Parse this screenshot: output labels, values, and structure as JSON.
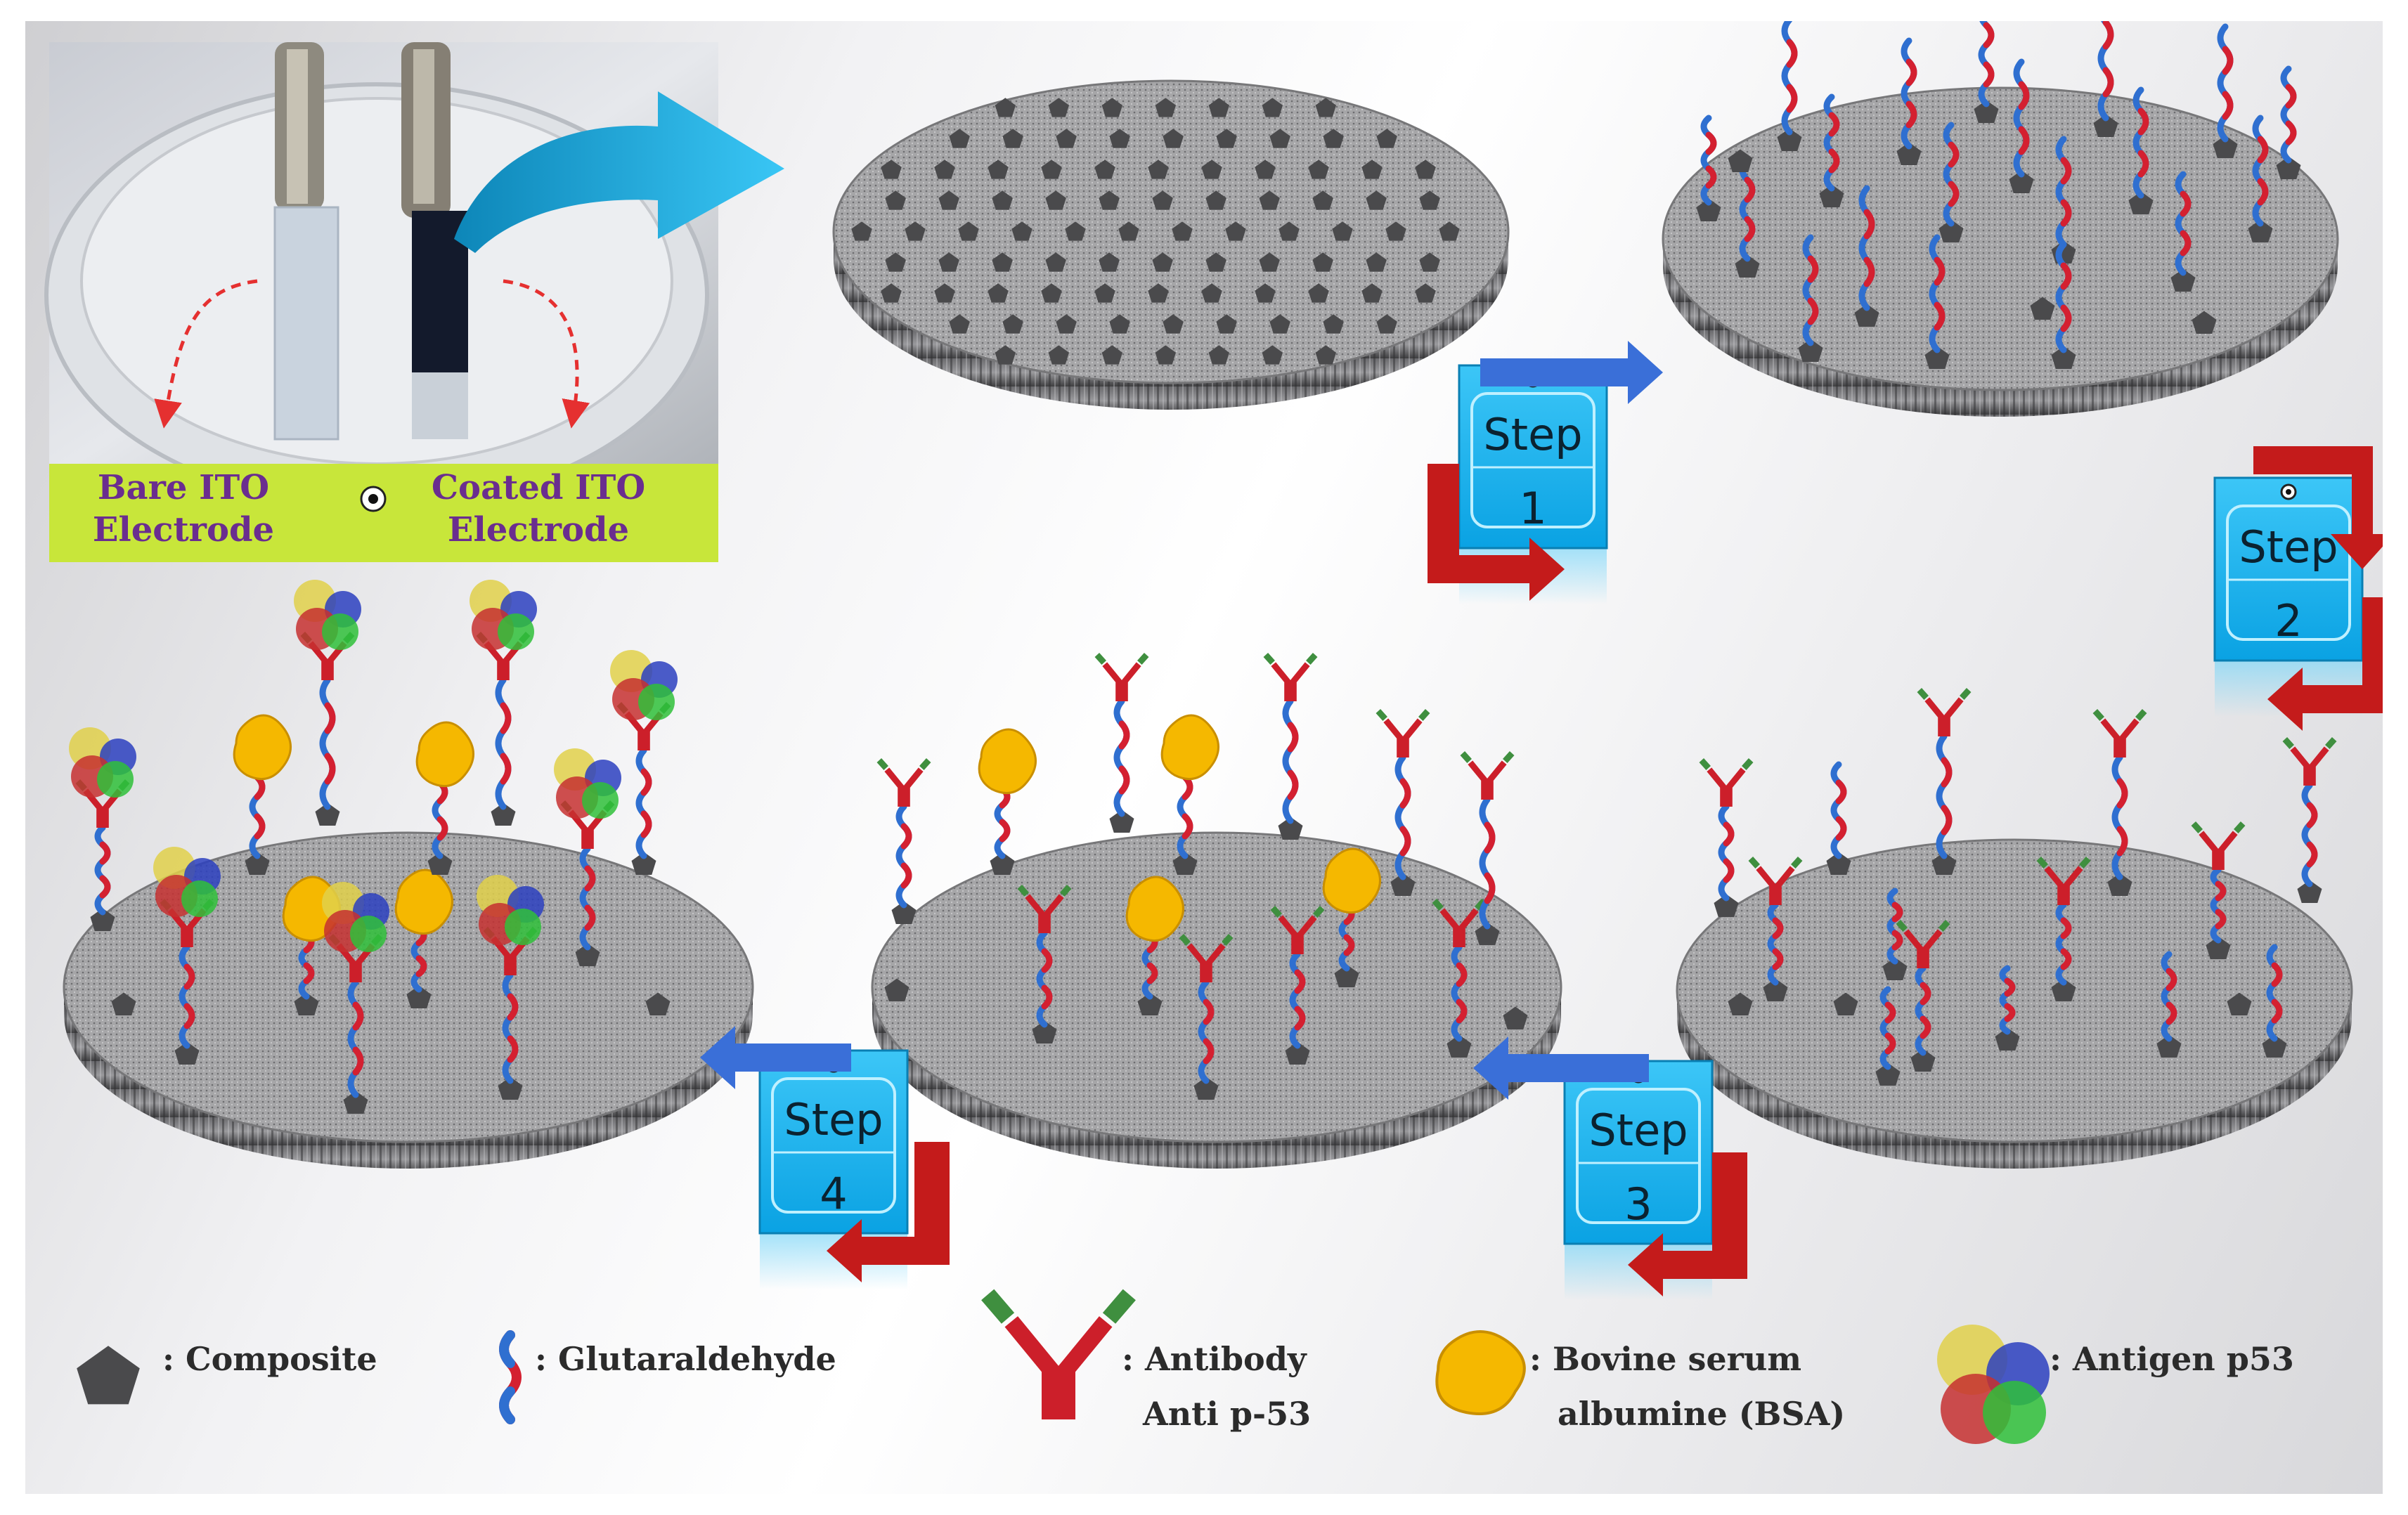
{
  "photo": {
    "bare_label_line1": "Bare ITO",
    "bare_label_line2": "Electrode",
    "coated_label_line1": "Coated ITO",
    "coated_label_line2": "Electrode"
  },
  "steps": [
    {
      "word": "Step",
      "number": "1"
    },
    {
      "word": "Step",
      "number": "2"
    },
    {
      "word": "Step",
      "number": "3"
    },
    {
      "word": "Step",
      "number": "4"
    }
  ],
  "legend": {
    "composite": ": Composite",
    "glutaraldehyde": ": Glutaraldehyde",
    "antibody_line1": ": Antibody",
    "antibody_line2": "Anti p-53",
    "bsa_line1": ": Bovine serum",
    "bsa_line2": "albumine (BSA)",
    "antigen": ": Antigen p53"
  },
  "colors": {
    "disc": "#8e8e90",
    "composite": "#4a4a4c",
    "linker_red": "#d42030",
    "linker_blue": "#2f6fd0",
    "step_box": "#1bb5ee",
    "arrow_red": "#c41b1b",
    "arrow_blue": "#3a6fd8",
    "bsa": "#f5b800",
    "label_text": "#6a2d8f",
    "label_bg": "#c8e63a"
  }
}
